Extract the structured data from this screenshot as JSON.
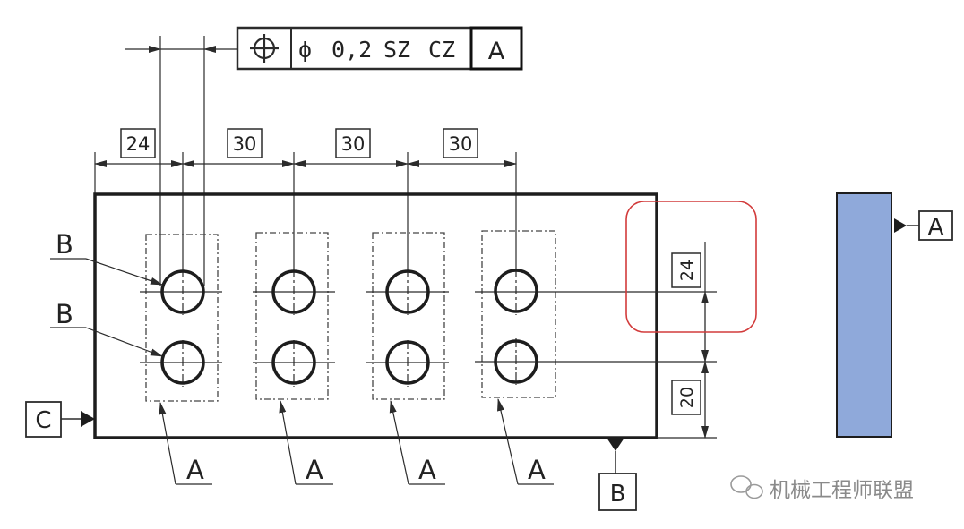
{
  "feature_control_frame": {
    "symbol": "position-symbol",
    "diameter_sign": "ϕ",
    "tolerance": "0,2",
    "modifier_1": "SZ",
    "modifier_2": "CZ",
    "datum_ref": "A"
  },
  "dimensions": {
    "horizontal": [
      "24",
      "30",
      "30",
      "30"
    ],
    "vertical": [
      "24",
      "20"
    ]
  },
  "labels": {
    "hole_row_upper": "B",
    "hole_row_lower": "B",
    "zone_1": "A",
    "zone_2": "A",
    "zone_3": "A",
    "zone_4": "A",
    "datum_c": "C",
    "datum_b": "B",
    "datum_a_side": "A"
  },
  "watermark": {
    "text": "机械工程师联盟",
    "icon": "wechat-icon"
  },
  "colors": {
    "line": "#2b2b2b",
    "highlight": "#d23b3b",
    "side_view_fill": "#8fa9da",
    "watermark": "#8a8a8a"
  }
}
